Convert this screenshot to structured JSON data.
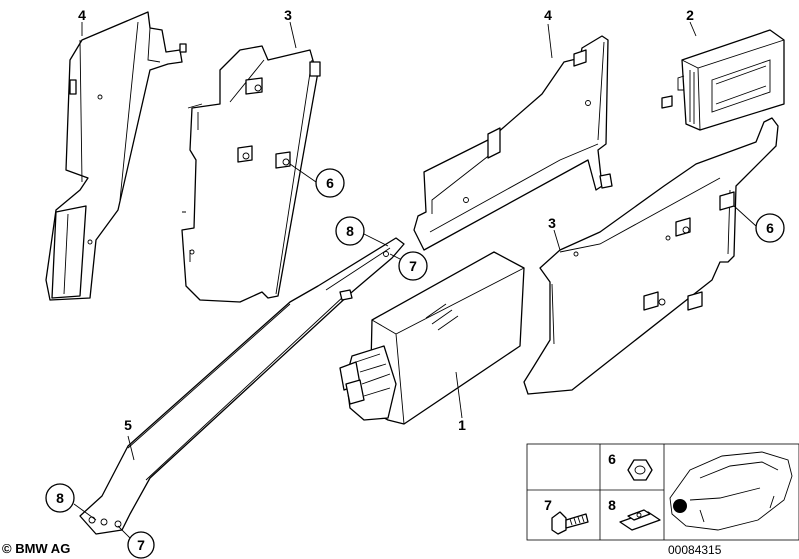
{
  "callouts": {
    "bracket_left_top": "4",
    "bracket_left_mid": "3",
    "stud_left": "6",
    "bracket_right_top": "4",
    "control_unit_top": "2",
    "bracket_right_mid": "3",
    "stud_right": "6",
    "clip_upper": "8",
    "screw_upper": "7",
    "control_unit_main": "1",
    "brace_long": "5",
    "clip_lower": "8",
    "screw_lower": "7"
  },
  "legend_box": {
    "nut_label": "6",
    "screw_label": "7",
    "clip_label": "8"
  },
  "footer": {
    "copyright": "© BMW AG",
    "reference_number": "00084315"
  }
}
